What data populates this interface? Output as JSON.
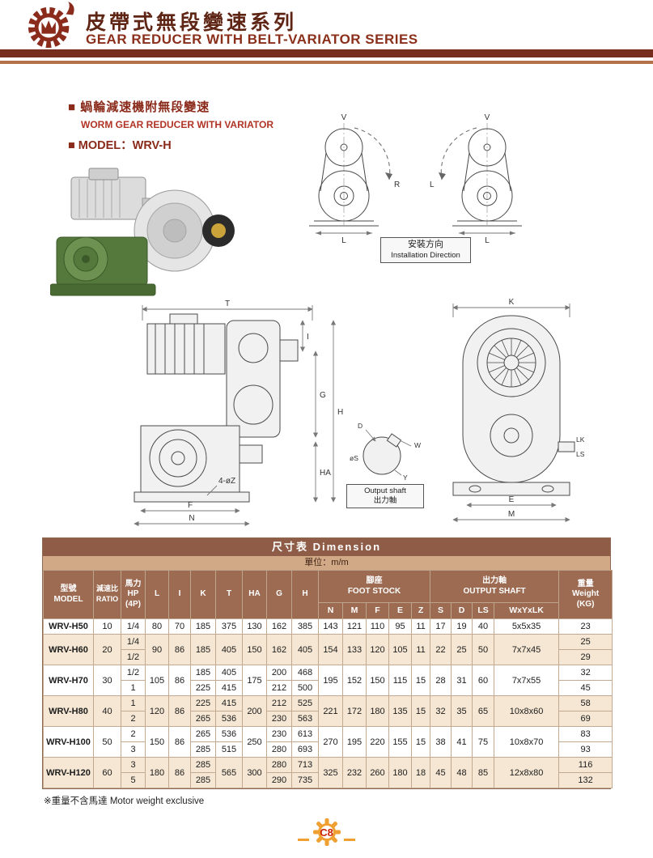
{
  "header": {
    "title_zh": "皮帶式無段變速系列",
    "title_en": "GEAR REDUCER WITH BELT-VARIATOR SERIES"
  },
  "section": {
    "heading_zh": "■ 蝸輪減速機附無段變速",
    "heading_en": "WORM GEAR REDUCER WITH VARIATOR",
    "model_line": "■ MODEL：WRV-H"
  },
  "installation": {
    "v_label": "V",
    "r_label": "R",
    "l_label": "L",
    "base_label": "L",
    "box_zh": "安裝方向",
    "box_en": "Installation Direction"
  },
  "front_view": {
    "t": "T",
    "i": "I",
    "g": "G",
    "h": "H",
    "ha": "HA",
    "f": "F",
    "n": "N",
    "bolt": "4-øZ"
  },
  "side_view": {
    "k": "K",
    "lk": "LK",
    "ls": "LS",
    "e": "E",
    "m": "M"
  },
  "shaft_detail": {
    "d": "D",
    "w": "W",
    "s": "øS",
    "y": "Y",
    "caption_en": "Output shaft",
    "caption_zh": "出力軸"
  },
  "table": {
    "title_zh": "尺寸表",
    "title_en": "Dimension",
    "unit": "單位：m/m",
    "headers": {
      "model_zh": "型號",
      "model_en": "MODEL",
      "ratio_zh": "減速比",
      "ratio_en": "RATIO",
      "hp_zh": "馬力",
      "hp_en": "HP",
      "hp_pole": "(4P)",
      "dims": [
        "L",
        "I",
        "K",
        "T",
        "HA",
        "G",
        "H"
      ],
      "foot_zh": "腳座",
      "foot_en": "FOOT STOCK",
      "foot_cols": [
        "N",
        "M",
        "F",
        "E",
        "Z"
      ],
      "out_zh": "出力軸",
      "out_en": "OUTPUT SHAFT",
      "out_cols": [
        "S",
        "D",
        "LS",
        "WxYxLK"
      ],
      "weight_zh": "重量",
      "weight_en": "Weight",
      "weight_unit": "(KG)"
    },
    "rows": [
      {
        "model": "WRV-H50",
        "ratio": "10",
        "hp": [
          "1/4"
        ],
        "L": "80",
        "I": "70",
        "K": [
          "185"
        ],
        "T": [
          "375"
        ],
        "HA": "130",
        "G": [
          "162"
        ],
        "H": [
          "385"
        ],
        "foot": [
          "143",
          "121",
          "110",
          "95",
          "11"
        ],
        "out": [
          "17",
          "19",
          "40",
          "5x5x35"
        ],
        "weight": [
          "23"
        ]
      },
      {
        "model": "WRV-H60",
        "ratio": "20",
        "hp": [
          "1/4",
          "1/2"
        ],
        "L": "90",
        "I": "86",
        "K": [
          "185"
        ],
        "T": [
          "405"
        ],
        "HA": "150",
        "G": [
          "162"
        ],
        "H": [
          "405"
        ],
        "foot": [
          "154",
          "133",
          "120",
          "105",
          "11"
        ],
        "out": [
          "22",
          "25",
          "50",
          "7x7x45"
        ],
        "weight": [
          "25",
          "29"
        ]
      },
      {
        "model": "WRV-H70",
        "ratio": "30",
        "hp": [
          "1/2",
          "1"
        ],
        "L": "105",
        "I": "86",
        "K": [
          "185",
          "225"
        ],
        "T": [
          "405",
          "415"
        ],
        "HA": "175",
        "G": [
          "200",
          "212"
        ],
        "H": [
          "468",
          "500"
        ],
        "foot": [
          "195",
          "152",
          "150",
          "115",
          "15"
        ],
        "out": [
          "28",
          "31",
          "60",
          "7x7x55"
        ],
        "weight": [
          "32",
          "45"
        ]
      },
      {
        "model": "WRV-H80",
        "ratio": "40",
        "hp": [
          "1",
          "2"
        ],
        "L": "120",
        "I": "86",
        "K": [
          "225",
          "265"
        ],
        "T": [
          "415",
          "536"
        ],
        "HA": "200",
        "G": [
          "212",
          "230"
        ],
        "H": [
          "525",
          "563"
        ],
        "foot": [
          "221",
          "172",
          "180",
          "135",
          "15"
        ],
        "out": [
          "32",
          "35",
          "65",
          "10x8x60"
        ],
        "weight": [
          "58",
          "69"
        ]
      },
      {
        "model": "WRV-H100",
        "ratio": "50",
        "hp": [
          "2",
          "3"
        ],
        "L": "150",
        "I": "86",
        "K": [
          "265",
          "285"
        ],
        "T": [
          "536",
          "515"
        ],
        "HA": "250",
        "G": [
          "230",
          "280"
        ],
        "H": [
          "613",
          "693"
        ],
        "foot": [
          "270",
          "195",
          "220",
          "155",
          "15"
        ],
        "out": [
          "38",
          "41",
          "75",
          "10x8x70"
        ],
        "weight": [
          "83",
          "93"
        ]
      },
      {
        "model": "WRV-H120",
        "ratio": "60",
        "hp": [
          "3",
          "5"
        ],
        "L": "180",
        "I": "86",
        "K": [
          "285",
          "285"
        ],
        "T": [
          "565"
        ],
        "HA": "300",
        "G": [
          "280",
          "290"
        ],
        "H": [
          "713",
          "735"
        ],
        "foot": [
          "325",
          "232",
          "260",
          "180",
          "18"
        ],
        "out": [
          "45",
          "48",
          "85",
          "12x8x80"
        ],
        "weight": [
          "116",
          "132"
        ]
      }
    ]
  },
  "footnote": "※重量不含馬達 Motor weight exclusive",
  "page_number": "C8"
}
